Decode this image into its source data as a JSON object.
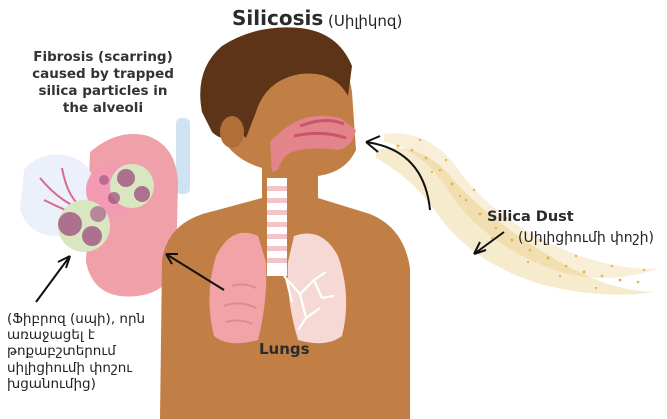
{
  "title": "Silicosis",
  "title_translation": "(Սիլիկոզ)",
  "labels": {
    "fibrosis": "Fibrosis (scarring) caused by trapped silica particles in the alveoli",
    "silica_dust": "Silica Dust",
    "silica_dust_translation": "(Սիլիցիումի փոշի)",
    "lungs": "Lungs",
    "fibrosis_translation": "(Ֆիբրոզ (սպի), որն առաջացել է թոքաբշտերում սիլիցիումի փոշու խցանումից)"
  },
  "colors": {
    "skin": "#c17f45",
    "hair": "#5e3418",
    "lung_left": "#f2a3a8",
    "lung_right": "#f6d9d5",
    "airway": "#e7a6aa",
    "dust": "#e3b64d",
    "alveoli_pink": "#f39bb4",
    "alveoli_green": "#d9e7c1",
    "alveoli_spot": "#9b4a7e"
  }
}
